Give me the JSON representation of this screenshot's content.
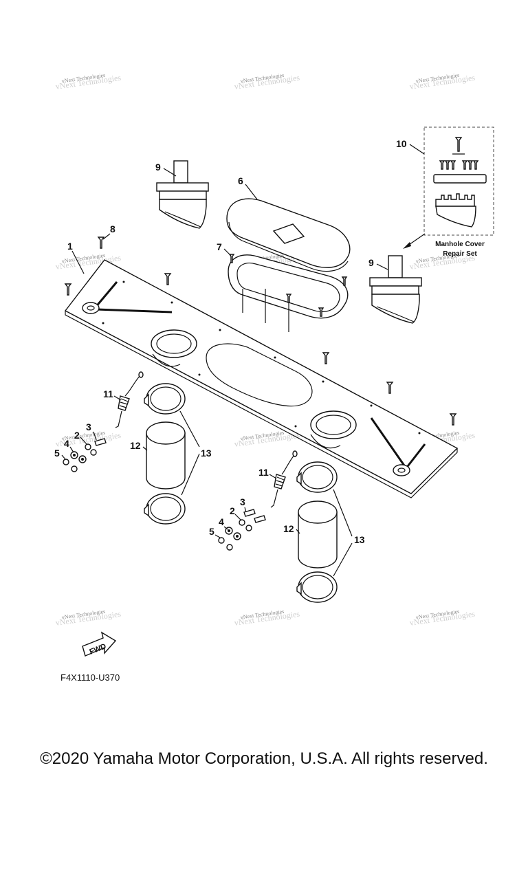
{
  "watermark": "vNext Technologies",
  "callouts": {
    "c1": "1",
    "c2": "2",
    "c3": "3",
    "c4": "4",
    "c5": "5",
    "c6": "6",
    "c7": "7",
    "c8": "8",
    "c9": "9",
    "c10": "10",
    "c11": "11",
    "c12": "12",
    "c13": "13"
  },
  "repair_set": {
    "line1": "Manhole Cover",
    "line2": "Repair Set"
  },
  "fwd_label": "FWD",
  "diagram_code": "F4X1110-U370",
  "copyright": "©2020 Yamaha Motor Corporation, U.S.A. All rights reserved."
}
